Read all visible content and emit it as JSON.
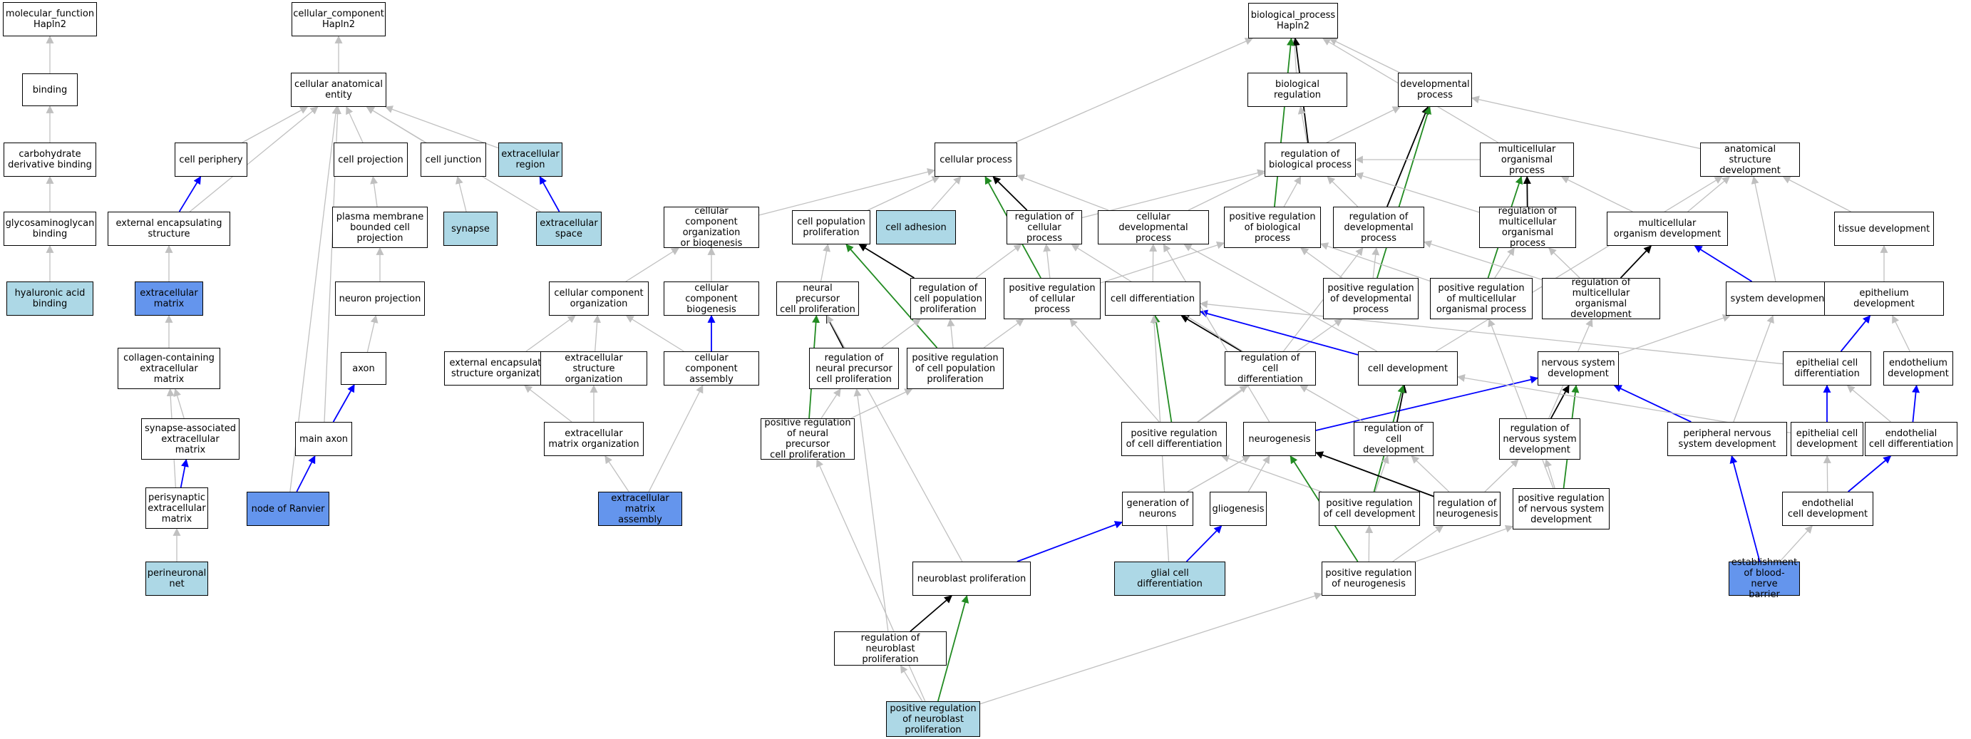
{
  "graph": {
    "colors": {
      "light_fill": "#add8e6",
      "dark_fill": "#6495ed",
      "edge_gray": "#c0c0c0",
      "edge_black": "#000000",
      "edge_green": "#228b22",
      "edge_blue": "#0000ff"
    },
    "nodes": {
      "mf": {
        "label": "molecular_function\nHapln2",
        "fill": "white"
      },
      "binding": {
        "label": "binding",
        "fill": "white"
      },
      "carb": {
        "label": "carbohydrate\nderivative binding",
        "fill": "white"
      },
      "gag": {
        "label": "glycosaminoglycan\nbinding",
        "fill": "white"
      },
      "ha": {
        "label": "hyaluronic acid\nbinding",
        "fill": "light"
      },
      "cc": {
        "label": "cellular_component\nHapln2",
        "fill": "white"
      },
      "cae": {
        "label": "cellular anatomical\nentity",
        "fill": "white"
      },
      "cperiph": {
        "label": "cell periphery",
        "fill": "white"
      },
      "eestruct": {
        "label": "external encapsulating\nstructure",
        "fill": "white"
      },
      "ecm": {
        "label": "extracellular\nmatrix",
        "fill": "dark"
      },
      "collecm": {
        "label": "collagen-containing\nextracellular\nmatrix",
        "fill": "white"
      },
      "synecm": {
        "label": "synapse-associated\nextracellular\nmatrix",
        "fill": "white"
      },
      "pecm": {
        "label": "perisynaptic\nextracellular\nmatrix",
        "fill": "white"
      },
      "pnn": {
        "label": "perineuronal\nnet",
        "fill": "light"
      },
      "cproj": {
        "label": "cell projection",
        "fill": "white"
      },
      "pmbcp": {
        "label": "plasma membrane\nbounded cell\nprojection",
        "fill": "white"
      },
      "nproj": {
        "label": "neuron projection",
        "fill": "white"
      },
      "axon": {
        "label": "axon",
        "fill": "white"
      },
      "mainaxon": {
        "label": "main axon",
        "fill": "white"
      },
      "ranvier": {
        "label": "node of Ranvier",
        "fill": "dark"
      },
      "cjunc": {
        "label": "cell junction",
        "fill": "white"
      },
      "synapse": {
        "label": "synapse",
        "fill": "light"
      },
      "exreg": {
        "label": "extracellular\nregion",
        "fill": "light"
      },
      "exspace": {
        "label": "extracellular\nspace",
        "fill": "light"
      },
      "bp": {
        "label": "biological_process\nHapln2",
        "fill": "white"
      },
      "bioreg": {
        "label": "biological regulation",
        "fill": "white"
      },
      "devproc": {
        "label": "developmental\nprocess",
        "fill": "white"
      },
      "cellproc": {
        "label": "cellular process",
        "fill": "white"
      },
      "ccob": {
        "label": "cellular component\norganization\nor biogenesis",
        "fill": "white"
      },
      "ccorg": {
        "label": "cellular component\norganization",
        "fill": "white"
      },
      "ccbio": {
        "label": "cellular component\nbiogenesis",
        "fill": "white"
      },
      "eeso": {
        "label": "external encapsulating\nstructure organization",
        "fill": "white"
      },
      "eso": {
        "label": "extracellular\nstructure organization",
        "fill": "white"
      },
      "cca": {
        "label": "cellular component\nassembly",
        "fill": "white"
      },
      "emo": {
        "label": "extracellular\nmatrix organization",
        "fill": "white"
      },
      "ema": {
        "label": "extracellular\nmatrix assembly",
        "fill": "dark"
      },
      "cpp": {
        "label": "cell population\nproliferation",
        "fill": "white"
      },
      "cadh": {
        "label": "cell adhesion",
        "fill": "light"
      },
      "regcp": {
        "label": "regulation of\ncellular process",
        "fill": "white"
      },
      "regbp": {
        "label": "regulation of\nbiological process",
        "fill": "white"
      },
      "cdp": {
        "label": "cellular developmental\nprocess",
        "fill": "white"
      },
      "posbp": {
        "label": "positive regulation\nof biological\nprocess",
        "fill": "white"
      },
      "regdev": {
        "label": "regulation of\ndevelopmental\nprocess",
        "fill": "white"
      },
      "mop": {
        "label": "multicellular\norganismal process",
        "fill": "white"
      },
      "asd": {
        "label": "anatomical structure\ndevelopment",
        "fill": "white"
      },
      "npcp": {
        "label": "neural precursor\ncell proliferation",
        "fill": "white"
      },
      "regcpp": {
        "label": "regulation of\ncell population\nproliferation",
        "fill": "white"
      },
      "poscp": {
        "label": "positive regulation\nof cellular\nprocess",
        "fill": "white"
      },
      "celldiff": {
        "label": "cell differentiation",
        "fill": "white"
      },
      "posdev": {
        "label": "positive regulation\nof developmental\nprocess",
        "fill": "white"
      },
      "regmop": {
        "label": "regulation of\nmulticellular\norganismal process",
        "fill": "white"
      },
      "mod": {
        "label": "multicellular\norganism development",
        "fill": "white"
      },
      "tisdev": {
        "label": "tissue development",
        "fill": "white"
      },
      "regnpcp": {
        "label": "regulation of\nneural precursor\ncell proliferation",
        "fill": "white"
      },
      "poscpp": {
        "label": "positive regulation\nof cell population\nproliferation",
        "fill": "white"
      },
      "regcd": {
        "label": "regulation of\ncell differentiation",
        "fill": "white"
      },
      "celldev": {
        "label": "cell development",
        "fill": "white"
      },
      "posmop": {
        "label": "positive regulation\nof multicellular\norganismal process",
        "fill": "white"
      },
      "regmod": {
        "label": "regulation of\nmulticellular\norganismal development",
        "fill": "white"
      },
      "sysdev": {
        "label": "system development",
        "fill": "white"
      },
      "epidev": {
        "label": "epithelium development",
        "fill": "white"
      },
      "posnpcp": {
        "label": "positive regulation\nof neural precursor\ncell proliferation",
        "fill": "white"
      },
      "poscd": {
        "label": "positive regulation\nof cell differentiation",
        "fill": "white"
      },
      "neurogenesis": {
        "label": "neurogenesis",
        "fill": "white"
      },
      "regcdev": {
        "label": "regulation of\ncell development",
        "fill": "white"
      },
      "nsd": {
        "label": "nervous system\ndevelopment",
        "fill": "white"
      },
      "regnsd": {
        "label": "regulation of\nnervous system\ndevelopment",
        "fill": "white"
      },
      "pnsd": {
        "label": "peripheral nervous\nsystem development",
        "fill": "white"
      },
      "ecdiff": {
        "label": "epithelial cell\ndifferentiation",
        "fill": "white"
      },
      "ecdev": {
        "label": "epithelial cell\ndevelopment",
        "fill": "white"
      },
      "endodev": {
        "label": "endothelium\ndevelopment",
        "fill": "white"
      },
      "endocdiff": {
        "label": "endothelial\ncell differentiation",
        "fill": "white"
      },
      "endocdev": {
        "label": "endothelial\ncell development",
        "fill": "white"
      },
      "genneu": {
        "label": "generation of\nneurons",
        "fill": "white"
      },
      "gliogenesis": {
        "label": "gliogenesis",
        "fill": "white"
      },
      "poscdev": {
        "label": "positive regulation\nof cell development",
        "fill": "white"
      },
      "regneurog": {
        "label": "regulation of\nneurogenesis",
        "fill": "white"
      },
      "posnsd": {
        "label": "positive regulation\nof nervous system\ndevelopment",
        "fill": "white"
      },
      "gcd": {
        "label": "glial cell differentiation",
        "fill": "light"
      },
      "neubp": {
        "label": "neuroblast proliferation",
        "fill": "white"
      },
      "posneurog": {
        "label": "positive regulation\nof neurogenesis",
        "fill": "white"
      },
      "regnbp": {
        "label": "regulation of\nneuroblast proliferation",
        "fill": "white"
      },
      "posnbp": {
        "label": "positive regulation\nof neuroblast\nproliferation",
        "fill": "light"
      },
      "ebnb": {
        "label": "establishment\nof blood-nerve\nbarrier",
        "fill": "dark"
      }
    },
    "edges": [
      [
        "binding",
        "mf",
        "gray"
      ],
      [
        "carb",
        "binding",
        "gray"
      ],
      [
        "gag",
        "carb",
        "gray"
      ],
      [
        "ha",
        "gag",
        "gray"
      ],
      [
        "cae",
        "cc",
        "gray"
      ],
      [
        "cperiph",
        "cae",
        "gray"
      ],
      [
        "eestruct",
        "cae",
        "gray"
      ],
      [
        "eestruct",
        "cperiph",
        "blue"
      ],
      [
        "ecm",
        "eestruct",
        "gray"
      ],
      [
        "collecm",
        "ecm",
        "gray"
      ],
      [
        "synecm",
        "collecm",
        "gray"
      ],
      [
        "pecm",
        "synecm",
        "blue"
      ],
      [
        "pecm",
        "collecm",
        "gray"
      ],
      [
        "pnn",
        "pecm",
        "gray"
      ],
      [
        "cproj",
        "cae",
        "gray"
      ],
      [
        "pmbcp",
        "cproj",
        "gray"
      ],
      [
        "nproj",
        "pmbcp",
        "gray"
      ],
      [
        "axon",
        "nproj",
        "gray"
      ],
      [
        "mainaxon",
        "axon",
        "blue"
      ],
      [
        "mainaxon",
        "cae",
        "gray"
      ],
      [
        "ranvier",
        "mainaxon",
        "blue"
      ],
      [
        "ranvier",
        "cae",
        "gray"
      ],
      [
        "cjunc",
        "cae",
        "gray"
      ],
      [
        "synapse",
        "cjunc",
        "gray"
      ],
      [
        "exreg",
        "cae",
        "gray"
      ],
      [
        "exspace",
        "exreg",
        "blue"
      ],
      [
        "exspace",
        "cae",
        "gray"
      ],
      [
        "bioreg",
        "bp",
        "gray"
      ],
      [
        "devproc",
        "bp",
        "gray"
      ],
      [
        "cellproc",
        "bp",
        "gray"
      ],
      [
        "mop",
        "bp",
        "gray"
      ],
      [
        "regbp",
        "bp",
        "black"
      ],
      [
        "posbp",
        "bp",
        "green"
      ],
      [
        "regbp",
        "bioreg",
        "gray"
      ],
      [
        "ccob",
        "cellproc",
        "gray"
      ],
      [
        "ccorg",
        "ccob",
        "gray"
      ],
      [
        "ccbio",
        "ccob",
        "gray"
      ],
      [
        "cca",
        "ccbio",
        "blue"
      ],
      [
        "eeso",
        "ccorg",
        "gray"
      ],
      [
        "eso",
        "ccorg",
        "gray"
      ],
      [
        "cca",
        "ccorg",
        "gray"
      ],
      [
        "emo",
        "eeso",
        "gray"
      ],
      [
        "emo",
        "eso",
        "gray"
      ],
      [
        "ema",
        "emo",
        "gray"
      ],
      [
        "ema",
        "cca",
        "gray"
      ],
      [
        "cpp",
        "cellproc",
        "gray"
      ],
      [
        "cadh",
        "cellproc",
        "gray"
      ],
      [
        "regcp",
        "cellproc",
        "black"
      ],
      [
        "regcp",
        "regbp",
        "gray"
      ],
      [
        "poscp",
        "cellproc",
        "green"
      ],
      [
        "poscp",
        "regcp",
        "gray"
      ],
      [
        "poscp",
        "posbp",
        "gray"
      ],
      [
        "cdp",
        "cellproc",
        "gray"
      ],
      [
        "cdp",
        "devproc",
        "gray"
      ],
      [
        "posbp",
        "regbp",
        "gray"
      ],
      [
        "regdev",
        "regbp",
        "gray"
      ],
      [
        "regdev",
        "devproc",
        "black"
      ],
      [
        "posdev",
        "devproc",
        "green"
      ],
      [
        "posdev",
        "regdev",
        "gray"
      ],
      [
        "posdev",
        "posbp",
        "gray"
      ],
      [
        "mop",
        "regbp",
        "gray"
      ],
      [
        "asd",
        "devproc",
        "gray"
      ],
      [
        "regmop",
        "mop",
        "black"
      ],
      [
        "regmop",
        "regbp",
        "gray"
      ],
      [
        "posmop",
        "mop",
        "green"
      ],
      [
        "posmop",
        "regmop",
        "gray"
      ],
      [
        "posmop",
        "posbp",
        "gray"
      ],
      [
        "mod",
        "mop",
        "gray"
      ],
      [
        "mod",
        "asd",
        "gray"
      ],
      [
        "regmod",
        "mod",
        "black"
      ],
      [
        "regmod",
        "regmop",
        "gray"
      ],
      [
        "regmod",
        "regdev",
        "gray"
      ],
      [
        "tisdev",
        "asd",
        "gray"
      ],
      [
        "sysdev",
        "mod",
        "blue"
      ],
      [
        "sysdev",
        "asd",
        "gray"
      ],
      [
        "epidev",
        "tisdev",
        "gray"
      ],
      [
        "npcp",
        "cpp",
        "gray"
      ],
      [
        "regcpp",
        "cpp",
        "black"
      ],
      [
        "regcpp",
        "regcp",
        "gray"
      ],
      [
        "poscpp",
        "cpp",
        "green"
      ],
      [
        "poscpp",
        "regcpp",
        "gray"
      ],
      [
        "poscpp",
        "poscp",
        "gray"
      ],
      [
        "regnpcp",
        "npcp",
        "black"
      ],
      [
        "regnpcp",
        "regcpp",
        "gray"
      ],
      [
        "posnpcp",
        "npcp",
        "green"
      ],
      [
        "posnpcp",
        "regnpcp",
        "gray"
      ],
      [
        "posnpcp",
        "poscpp",
        "gray"
      ],
      [
        "celldiff",
        "cdp",
        "gray"
      ],
      [
        "regcd",
        "celldiff",
        "black"
      ],
      [
        "regcd",
        "regcp",
        "gray"
      ],
      [
        "regcd",
        "regdev",
        "gray"
      ],
      [
        "poscd",
        "celldiff",
        "green"
      ],
      [
        "poscd",
        "regcd",
        "gray"
      ],
      [
        "poscd",
        "posdev",
        "gray"
      ],
      [
        "poscd",
        "poscp",
        "gray"
      ],
      [
        "celldev",
        "celldiff",
        "blue"
      ],
      [
        "celldev",
        "asd",
        "gray"
      ],
      [
        "celldev",
        "cdp",
        "gray"
      ],
      [
        "neurogenesis",
        "nsd",
        "blue"
      ],
      [
        "neurogenesis",
        "cdp",
        "gray"
      ],
      [
        "regcdev",
        "celldev",
        "black"
      ],
      [
        "regcdev",
        "regcd",
        "gray"
      ],
      [
        "nsd",
        "sysdev",
        "gray"
      ],
      [
        "regnsd",
        "nsd",
        "black"
      ],
      [
        "regnsd",
        "regmod",
        "gray"
      ],
      [
        "posnsd",
        "nsd",
        "green"
      ],
      [
        "posnsd",
        "regnsd",
        "gray"
      ],
      [
        "posnsd",
        "posmop",
        "gray"
      ],
      [
        "pnsd",
        "nsd",
        "blue"
      ],
      [
        "pnsd",
        "sysdev",
        "gray"
      ],
      [
        "ecdiff",
        "epidev",
        "blue"
      ],
      [
        "ecdiff",
        "celldiff",
        "gray"
      ],
      [
        "ecdev",
        "ecdiff",
        "blue"
      ],
      [
        "ecdev",
        "celldev",
        "gray"
      ],
      [
        "endodev",
        "epidev",
        "gray"
      ],
      [
        "endocdiff",
        "endodev",
        "blue"
      ],
      [
        "endocdiff",
        "ecdiff",
        "gray"
      ],
      [
        "endocdev",
        "endocdiff",
        "blue"
      ],
      [
        "endocdev",
        "ecdev",
        "gray"
      ],
      [
        "genneu",
        "neurogenesis",
        "gray"
      ],
      [
        "gliogenesis",
        "neurogenesis",
        "gray"
      ],
      [
        "poscdev",
        "celldev",
        "green"
      ],
      [
        "poscdev",
        "regcdev",
        "gray"
      ],
      [
        "poscdev",
        "poscd",
        "gray"
      ],
      [
        "regneurog",
        "neurogenesis",
        "black"
      ],
      [
        "regneurog",
        "regcdev",
        "gray"
      ],
      [
        "regneurog",
        "regnsd",
        "gray"
      ],
      [
        "posneurog",
        "neurogenesis",
        "green"
      ],
      [
        "posneurog",
        "regneurog",
        "gray"
      ],
      [
        "posneurog",
        "poscdev",
        "gray"
      ],
      [
        "posneurog",
        "posnsd",
        "gray"
      ],
      [
        "gcd",
        "gliogenesis",
        "blue"
      ],
      [
        "gcd",
        "celldiff",
        "gray"
      ],
      [
        "neubp",
        "genneu",
        "blue"
      ],
      [
        "neubp",
        "npcp",
        "gray"
      ],
      [
        "regnbp",
        "neubp",
        "black"
      ],
      [
        "regnbp",
        "regnpcp",
        "gray"
      ],
      [
        "posnbp",
        "neubp",
        "green"
      ],
      [
        "posnbp",
        "regnbp",
        "gray"
      ],
      [
        "posnbp",
        "posnpcp",
        "gray"
      ],
      [
        "posnbp",
        "posneurog",
        "gray"
      ],
      [
        "ebnb",
        "pnsd",
        "blue"
      ],
      [
        "ebnb",
        "endocdev",
        "gray"
      ]
    ]
  }
}
